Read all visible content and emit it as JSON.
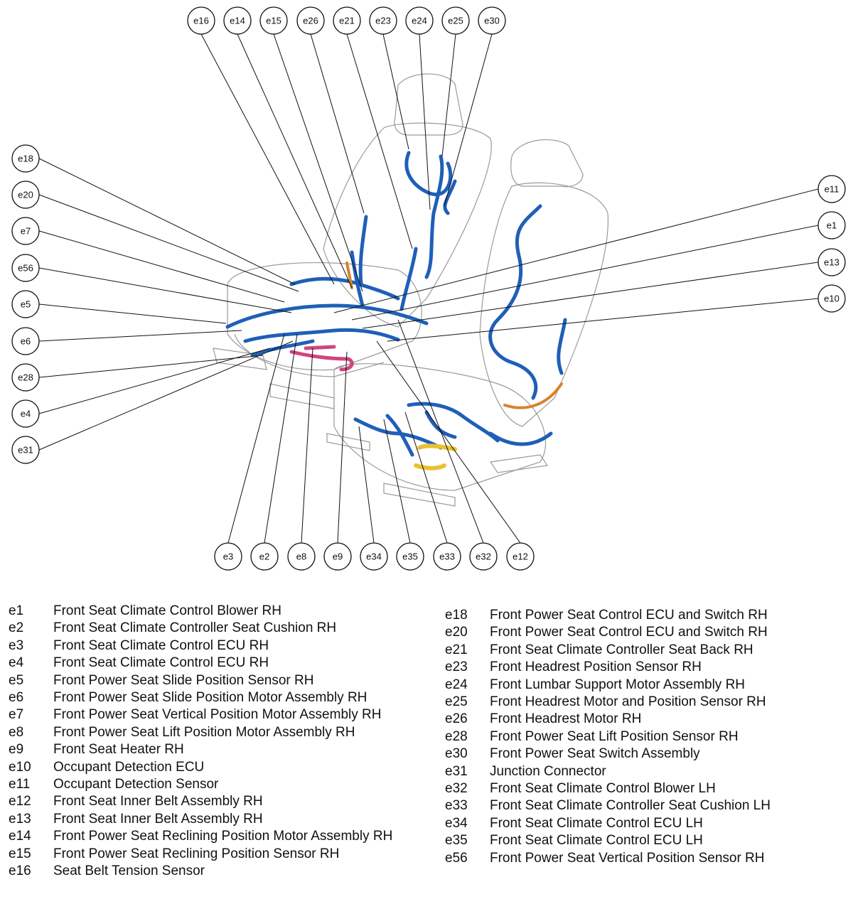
{
  "connectors_top": [
    "e16",
    "e14",
    "e15",
    "e26",
    "e21",
    "e23",
    "e24",
    "e25",
    "e30"
  ],
  "connectors_left": [
    "e18",
    "e20",
    "e7",
    "e56",
    "e5",
    "e6",
    "e28",
    "e4",
    "e31"
  ],
  "connectors_right": [
    "e11",
    "e1",
    "e13",
    "e10"
  ],
  "connectors_bottom": [
    "e3",
    "e2",
    "e8",
    "e9",
    "e34",
    "e35",
    "e33",
    "e32",
    "e12"
  ],
  "harness_colors": {
    "main": "#1f5fb8",
    "pink": "#d0457f",
    "orange": "#d9822b",
    "yellow": "#e8c12f"
  },
  "legend_left": [
    {
      "code": "e1",
      "desc": "Front Seat Climate Control Blower RH"
    },
    {
      "code": "e2",
      "desc": "Front Seat Climate Controller Seat Cushion RH"
    },
    {
      "code": "e3",
      "desc": "Front Seat Climate Control ECU RH"
    },
    {
      "code": "e4",
      "desc": "Front Seat Climate Control ECU RH"
    },
    {
      "code": "e5",
      "desc": "Front Power Seat Slide Position Sensor RH"
    },
    {
      "code": "e6",
      "desc": "Front Power Seat Slide Position Motor Assembly RH"
    },
    {
      "code": "e7",
      "desc": "Front Power Seat Vertical Position Motor Assembly RH"
    },
    {
      "code": "e8",
      "desc": "Front Power Seat Lift Position Motor Assembly RH"
    },
    {
      "code": "e9",
      "desc": "Front Seat Heater RH"
    },
    {
      "code": "e10",
      "desc": "Occupant Detection ECU"
    },
    {
      "code": "e11",
      "desc": "Occupant Detection Sensor"
    },
    {
      "code": "e12",
      "desc": "Front Seat Inner Belt Assembly RH"
    },
    {
      "code": "e13",
      "desc": "Front Seat Inner Belt Assembly RH"
    },
    {
      "code": "e14",
      "desc": "Front Power Seat Reclining Position Motor Assembly RH"
    },
    {
      "code": "e15",
      "desc": "Front Power Seat Reclining Position Sensor RH"
    },
    {
      "code": "e16",
      "desc": "Seat Belt Tension Sensor"
    }
  ],
  "legend_right": [
    {
      "code": "e18",
      "desc": "Front Power Seat Control ECU and Switch RH"
    },
    {
      "code": "e20",
      "desc": "Front Power Seat Control ECU and Switch RH"
    },
    {
      "code": "e21",
      "desc": "Front Seat Climate Controller Seat Back RH"
    },
    {
      "code": "e23",
      "desc": "Front Headrest Position Sensor RH"
    },
    {
      "code": "e24",
      "desc": "Front Lumbar Support Motor Assembly RH"
    },
    {
      "code": "e25",
      "desc": "Front Headrest Motor and Position Sensor RH"
    },
    {
      "code": "e26",
      "desc": "Front Headrest Motor RH"
    },
    {
      "code": "e28",
      "desc": "Front Power Seat Lift Position Sensor RH"
    },
    {
      "code": "e30",
      "desc": "Front Power Seat Switch Assembly"
    },
    {
      "code": "e31",
      "desc": "Junction Connector"
    },
    {
      "code": "e32",
      "desc": "Front Seat Climate Control Blower LH"
    },
    {
      "code": "e33",
      "desc": "Front Seat Climate Controller Seat Cushion LH"
    },
    {
      "code": "e34",
      "desc": "Front Seat Climate Control ECU LH"
    },
    {
      "code": "e35",
      "desc": "Front Seat Climate Control ECU LH"
    },
    {
      "code": "e56",
      "desc": "Front Power Seat Vertical Position Sensor RH"
    }
  ]
}
